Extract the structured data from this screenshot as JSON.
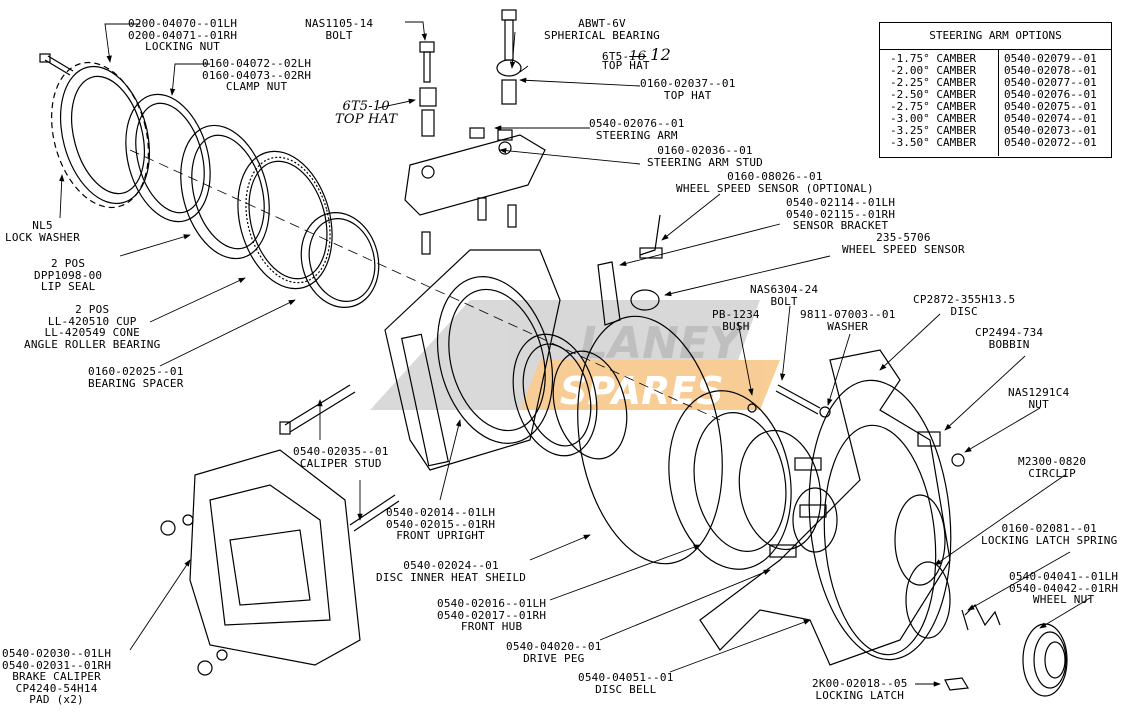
{
  "labels": {
    "locking_nut": "0200-04070--01LH\n0200-04071--01RH\nLOCKING NUT",
    "bolt_top": "NAS1105-14\nBOLT",
    "spherical_bearing": "ABWT-6V\nSPHERICAL BEARING",
    "top_hat_12": "6T5-",
    "top_hat_12_num": "12",
    "top_hat_12_word": "TOP HAT",
    "clamp_nut": "0160-04072--02LH\n0160-04073--02RH\nCLAMP NUT",
    "top_hat_part": "0160-02037--01\nTOP HAT",
    "top_hat_10": "6T5-10\nTOP HAT",
    "steering_arm": "0540-02076--01\nSTEERING ARM",
    "steering_arm_stud": "0160-02036--01\nSTEERING ARM STUD",
    "wheel_speed_sensor_opt": "0160-08026--01\nWHEEL SPEED SENSOR (OPTIONAL)",
    "sensor_bracket": "0540-02114--01LH\n0540-02115--01RH\nSENSOR BRACKET",
    "wheel_speed_sensor": "235-5706\nWHEEL SPEED SENSOR",
    "lock_washer": "NL5\nLOCK WASHER",
    "lip_seal": "2 POS\nDPP1098-00\nLIP SEAL",
    "bearing": "2 POS\nLL-420510 CUP\nLL-420549 CONE\nANGLE ROLLER BEARING",
    "bearing_spacer": "0160-02025--01\nBEARING SPACER",
    "bolt_mid": "NAS6304-24\nBOLT",
    "bush": "PB-1234\nBUSH",
    "washer": "9811-07003--01\nWASHER",
    "disc": "CP2872-355H13.5\nDISC",
    "bobbin": "CP2494-734\nBOBBIN",
    "nut": "NAS1291C4\nNUT",
    "circlip": "M2300-0820\nCIRCLIP",
    "caliper_stud": "0540-02035--01\nCALIPER STUD",
    "front_upright": "0540-02014--01LH\n0540-02015--01RH\nFRONT UPRIGHT",
    "heat_shield": "0540-02024--01\nDISC INNER HEAT SHEILD",
    "locking_latch_spring": "0160-02081--01\nLOCKING LATCH SPRING",
    "front_hub": "0540-02016--01LH\n0540-02017--01RH\nFRONT HUB",
    "wheel_nut": "0540-04041--01LH\n0540-04042--01RH\nWHEEL NUT",
    "drive_peg": "0540-04020--01\nDRIVE PEG",
    "brake_caliper": "0540-02030--01LH\n0540-02031--01RH\nBRAKE CALIPER\nCP4240-54H14\nPAD (x2)",
    "disc_bell": "0540-04051--01\nDISC BELL",
    "locking_latch": "2K00-02018--05\nLOCKING LATCH"
  },
  "table": {
    "title": "STEERING ARM OPTIONS",
    "rows": [
      {
        "camber": "-1.75° CAMBER",
        "part": "0540-02079--01"
      },
      {
        "camber": "-2.00° CAMBER",
        "part": "0540-02078--01"
      },
      {
        "camber": "-2.25° CAMBER",
        "part": "0540-02077--01"
      },
      {
        "camber": "-2.50° CAMBER",
        "part": "0540-02076--01"
      },
      {
        "camber": "-2.75° CAMBER",
        "part": "0540-02075--01"
      },
      {
        "camber": "-3.00° CAMBER",
        "part": "0540-02074--01"
      },
      {
        "camber": "-3.25° CAMBER",
        "part": "0540-02073--01"
      },
      {
        "camber": "-3.50° CAMBER",
        "part": "0540-02072--01"
      }
    ]
  },
  "watermark": {
    "line1": "LANEY",
    "line2": "SPARES"
  },
  "colors": {
    "ink": "#000000",
    "watermark_orange": "#f2a640",
    "watermark_gray": "#8c8c8c",
    "highlight": "#3a7bd5"
  }
}
